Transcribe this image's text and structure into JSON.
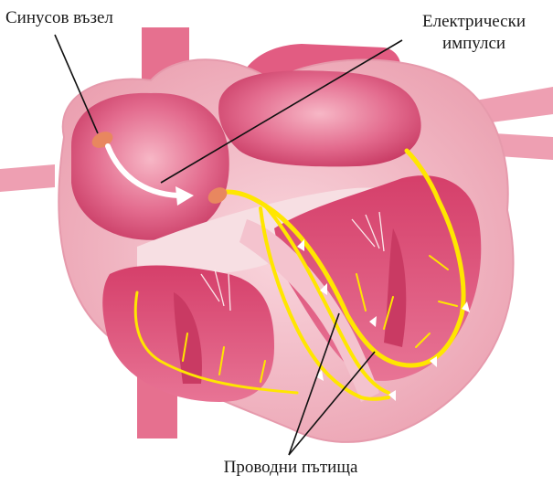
{
  "labels": {
    "sinus_node": "Синусов възел",
    "electric_impulses_line1": "Електрически",
    "electric_impulses_line2": "импулси",
    "conduction_pathways": "Проводни пътища"
  },
  "colors": {
    "heart_outer": "#e8899e",
    "heart_chamber": "#d9456e",
    "heart_chamber_light": "#f2b9c6",
    "heart_wall": "#f4c6cf",
    "vessel": "#e45a80",
    "node": "#e8875f",
    "conduction": "#ffe600",
    "leader_line": "#111111",
    "arrow": "#ffffff"
  }
}
